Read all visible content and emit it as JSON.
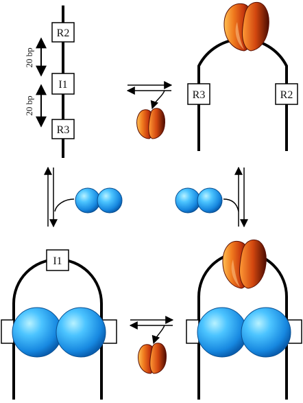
{
  "labels": {
    "site_r2": "R2",
    "site_i1": "I1",
    "site_r3": "R3",
    "spacing_upper": "20 bp",
    "spacing_lower": "20 bp"
  },
  "colors": {
    "dna": "#000000",
    "repressor_light": "#ffb347",
    "repressor_mid": "#e05a10",
    "repressor_dark": "#6e1406",
    "activator_light": "#8ee6ff",
    "activator_mid": "#22a8f0",
    "activator_dark": "#0a5fb0"
  }
}
